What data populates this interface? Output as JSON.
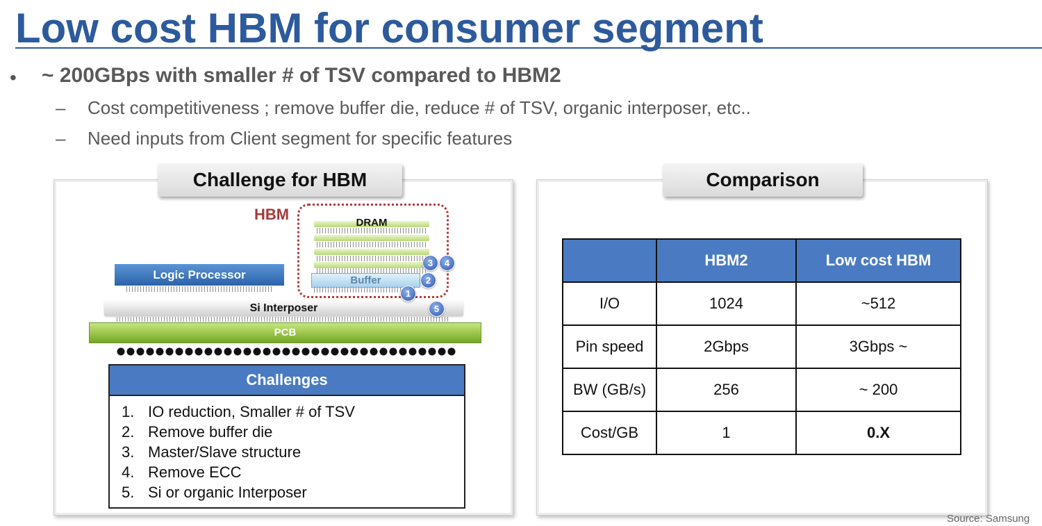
{
  "title": "Low cost HBM for consumer segment",
  "bullets": {
    "main": "~ 200GBps with smaller # of TSV compared to HBM2",
    "dash": "–",
    "sub": [
      "Cost competitiveness ; remove buffer die, reduce # of TSV, organic interposer, etc..",
      "Need inputs from Client segment for specific features"
    ]
  },
  "left_panel": {
    "title": "Challenge for HBM",
    "diagram": {
      "hbm_label": "HBM",
      "dram_label": "DRAM",
      "buffer_label": "Buffer",
      "logic_label": "Logic Processor",
      "si_label": "Si Interposer",
      "pcb_label": "PCB",
      "markers": [
        "1",
        "2",
        "3",
        "4",
        "5"
      ]
    },
    "challenges": {
      "heading": "Challenges",
      "items": [
        {
          "num": "1.",
          "text": "IO reduction, Smaller # of TSV"
        },
        {
          "num": "2.",
          "text": "Remove buffer die"
        },
        {
          "num": "3.",
          "text": "Master/Slave structure"
        },
        {
          "num": "4.",
          "text": "Remove ECC"
        },
        {
          "num": "5.",
          "text": "Si or organic Interposer"
        }
      ]
    }
  },
  "right_panel": {
    "title": "Comparison",
    "table": {
      "headers": [
        "",
        "HBM2",
        "Low cost HBM"
      ],
      "rows": [
        [
          "I/O",
          "1024",
          "~512"
        ],
        [
          "Pin speed",
          "2Gbps",
          "3Gbps ~"
        ],
        [
          "BW (GB/s)",
          "256",
          "~ 200"
        ],
        [
          "Cost/GB",
          "1",
          "0.X"
        ]
      ]
    }
  },
  "source": "Source: Samsung",
  "colors": {
    "title_blue": "#2d5a9c",
    "header_blue": "#4a7bc2",
    "hbm_red": "#b23a3a",
    "pcb_green": "#8cc63f"
  }
}
